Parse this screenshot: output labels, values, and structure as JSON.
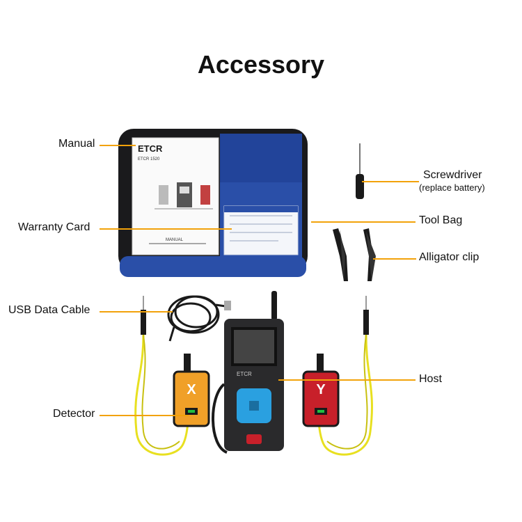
{
  "title": "Accessory",
  "labels": {
    "manual": "Manual",
    "warranty_card": "Warranty Card",
    "usb_cable": "USB Data Cable",
    "detector": "Detector",
    "screwdriver": "Screwdriver",
    "screwdriver_note": "(replace battery)",
    "tool_bag": "Tool Bag",
    "alligator_clip": "Alligator clip",
    "host": "Host"
  },
  "product": {
    "brand": "ETCR",
    "model": "ETCR 1520",
    "manual_title": "MANUAL",
    "detector_x": "X",
    "detector_y": "Y"
  },
  "colors": {
    "leader_line": "#f2a20a",
    "bag_blue": "#2a4fa8",
    "detector_x": "#f0a028",
    "detector_y": "#c8202a",
    "cable_yellow": "#e8e020",
    "keypad_blue": "#2aa0e0"
  }
}
